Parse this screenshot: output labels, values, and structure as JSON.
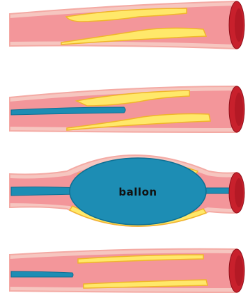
{
  "labels": {
    "balloon": "ballon"
  },
  "colors": {
    "background": "#ffffff",
    "vessel_outer": "#f6c6c0",
    "vessel_wall": "#f4aaa4",
    "lumen": "#f3969a",
    "vessel_end": "#c8202c",
    "vessel_end_dark": "#8f0f1a",
    "plaque": "#ffe86a",
    "plaque_rim": "#f0b52a",
    "catheter": "#1d8db4",
    "catheter_dark": "#0d6f93"
  },
  "panels": [
    {
      "step": "vessel-with-plaque"
    },
    {
      "step": "catheter-inserted"
    },
    {
      "step": "balloon-inflated"
    },
    {
      "step": "catheter-withdrawn"
    }
  ]
}
